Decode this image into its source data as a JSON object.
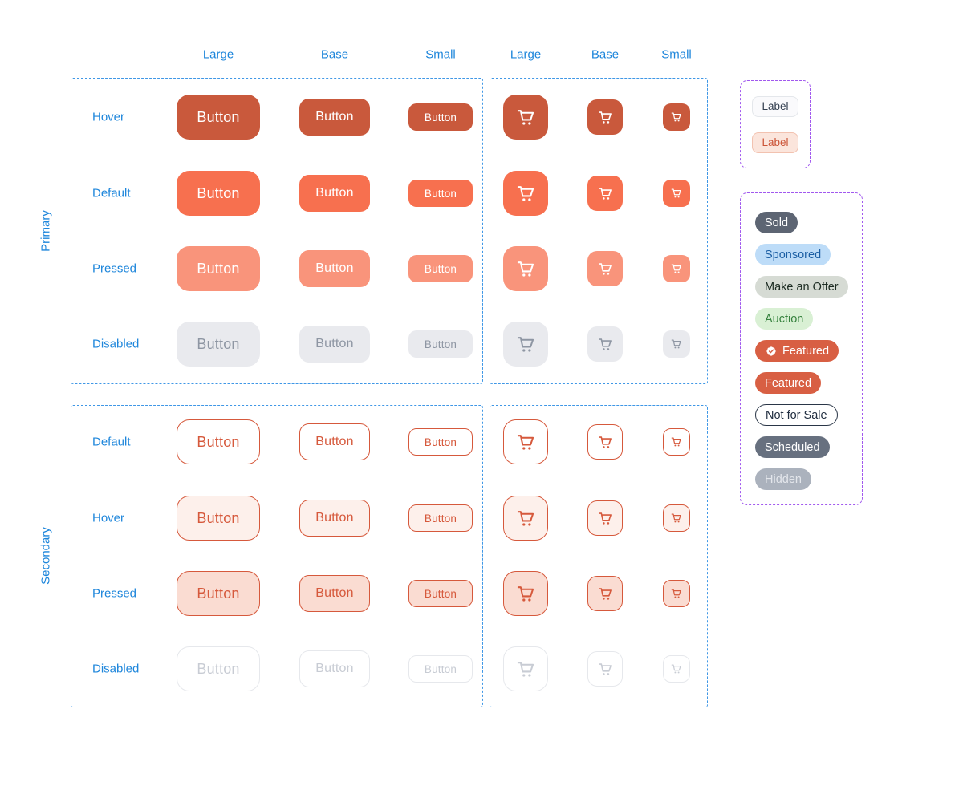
{
  "palette": {
    "label_blue": "#1E86DB",
    "dashed_blue": "#3F97E6",
    "dashed_purple": "#A159EE",
    "primary": {
      "hover": {
        "bg": "#C9593C",
        "fg": "#FFFFFF"
      },
      "default": {
        "bg": "#F7704F",
        "fg": "#FFFFFF"
      },
      "pressed": {
        "bg": "#F9947B",
        "fg": "#FFFFFF"
      },
      "disabled": {
        "bg": "#E9EAEE",
        "fg": "#8E96A3"
      }
    },
    "secondary": {
      "default": {
        "bg": "#FFFFFF",
        "fg": "#D6593C",
        "border": "#D6593C"
      },
      "hover": {
        "bg": "#FDF0EB",
        "fg": "#D6593C",
        "border": "#D6593C"
      },
      "pressed": {
        "bg": "#FADCD2",
        "fg": "#D6593C",
        "border": "#D6593C"
      },
      "disabled": {
        "bg": "#FFFFFF",
        "fg": "#C8CCD4",
        "border": "#E6E8EC"
      }
    }
  },
  "columns": {
    "text": [
      "Large",
      "Base",
      "Small"
    ],
    "icon": [
      "Large",
      "Base",
      "Small"
    ]
  },
  "sections": [
    {
      "name": "Primary",
      "rows": [
        {
          "label": "Hover",
          "state": "hover"
        },
        {
          "label": "Default",
          "state": "default"
        },
        {
          "label": "Pressed",
          "state": "pressed"
        },
        {
          "label": "Disabled",
          "state": "disabled"
        }
      ]
    },
    {
      "name": "Secondary",
      "rows": [
        {
          "label": "Default",
          "state": "default"
        },
        {
          "label": "Hover",
          "state": "hover"
        },
        {
          "label": "Pressed",
          "state": "pressed"
        },
        {
          "label": "Disabled",
          "state": "disabled"
        }
      ]
    }
  ],
  "button_label": "Button",
  "icons": {
    "cart": "shopping-cart-icon",
    "seal": "seal-check-icon"
  },
  "labels_panel": {
    "chips": [
      {
        "label": "Label",
        "variant": "neutral",
        "bg": "#FAFAFC",
        "fg": "#333F50",
        "border": "#E4E7EB"
      },
      {
        "label": "Label",
        "variant": "accent",
        "bg": "#FBE5DC",
        "fg": "#CB5336",
        "border": "#F2C2B0"
      }
    ]
  },
  "badges_panel": {
    "badges": [
      {
        "label": "Sold",
        "bg": "#5D6573",
        "fg": "#FFFFFF"
      },
      {
        "label": "Sponsored",
        "bg": "#BDDCF8",
        "fg": "#1C5FA4"
      },
      {
        "label": "Make an Offer",
        "bg": "#D6DBD4",
        "fg": "#1C2B22"
      },
      {
        "label": "Auction",
        "bg": "#D9F0D4",
        "fg": "#35813D"
      },
      {
        "label": "Featured",
        "bg": "#D85F43",
        "fg": "#FFFFFF",
        "icon": "seal-check-icon"
      },
      {
        "label": "Featured",
        "bg": "#D85F43",
        "fg": "#FFFFFF"
      },
      {
        "label": "Not for Sale",
        "bg": "#FFFFFF",
        "fg": "#222F41",
        "border": "#2A3647"
      },
      {
        "label": "Scheduled",
        "bg": "#67707F",
        "fg": "#FFFFFF"
      },
      {
        "label": "Hidden",
        "bg": "#ABB2BD",
        "fg": "#E3E6EB"
      }
    ]
  }
}
